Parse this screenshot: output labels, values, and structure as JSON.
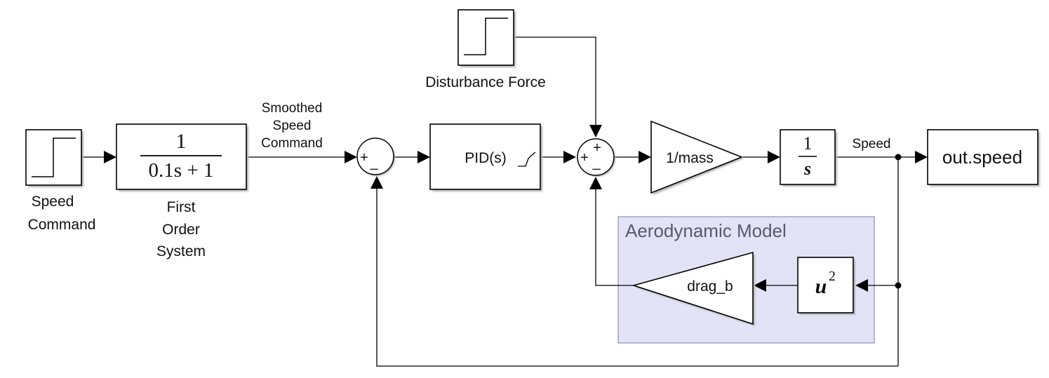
{
  "blocks": {
    "speed_command": {
      "label_line1": "Speed",
      "label_line2": "Command"
    },
    "first_order": {
      "numerator": "1",
      "denominator": "0.1s + 1",
      "label_line1": "First",
      "label_line2": "Order",
      "label_line3": "System"
    },
    "disturbance": {
      "label": "Disturbance Force"
    },
    "pid": {
      "label": "PID(s)"
    },
    "gain_mass": {
      "label": "1/mass"
    },
    "integrator": {
      "numerator": "1",
      "denominator": "s"
    },
    "output": {
      "label": "out.speed"
    },
    "aero_subsystem": {
      "title": "Aerodynamic Model"
    },
    "drag_gain": {
      "label": "drag_b"
    },
    "square_fcn": {
      "base": "u",
      "exponent": "2"
    },
    "sum1": {
      "plus": "+",
      "minus": "_"
    },
    "sum2": {
      "plus_left": "+",
      "plus_top": "+",
      "minus": "_"
    }
  },
  "signals": {
    "smoothed": {
      "line1": "Smoothed",
      "line2": "Speed",
      "line3": "Command"
    },
    "speed": {
      "label": "Speed"
    }
  }
}
